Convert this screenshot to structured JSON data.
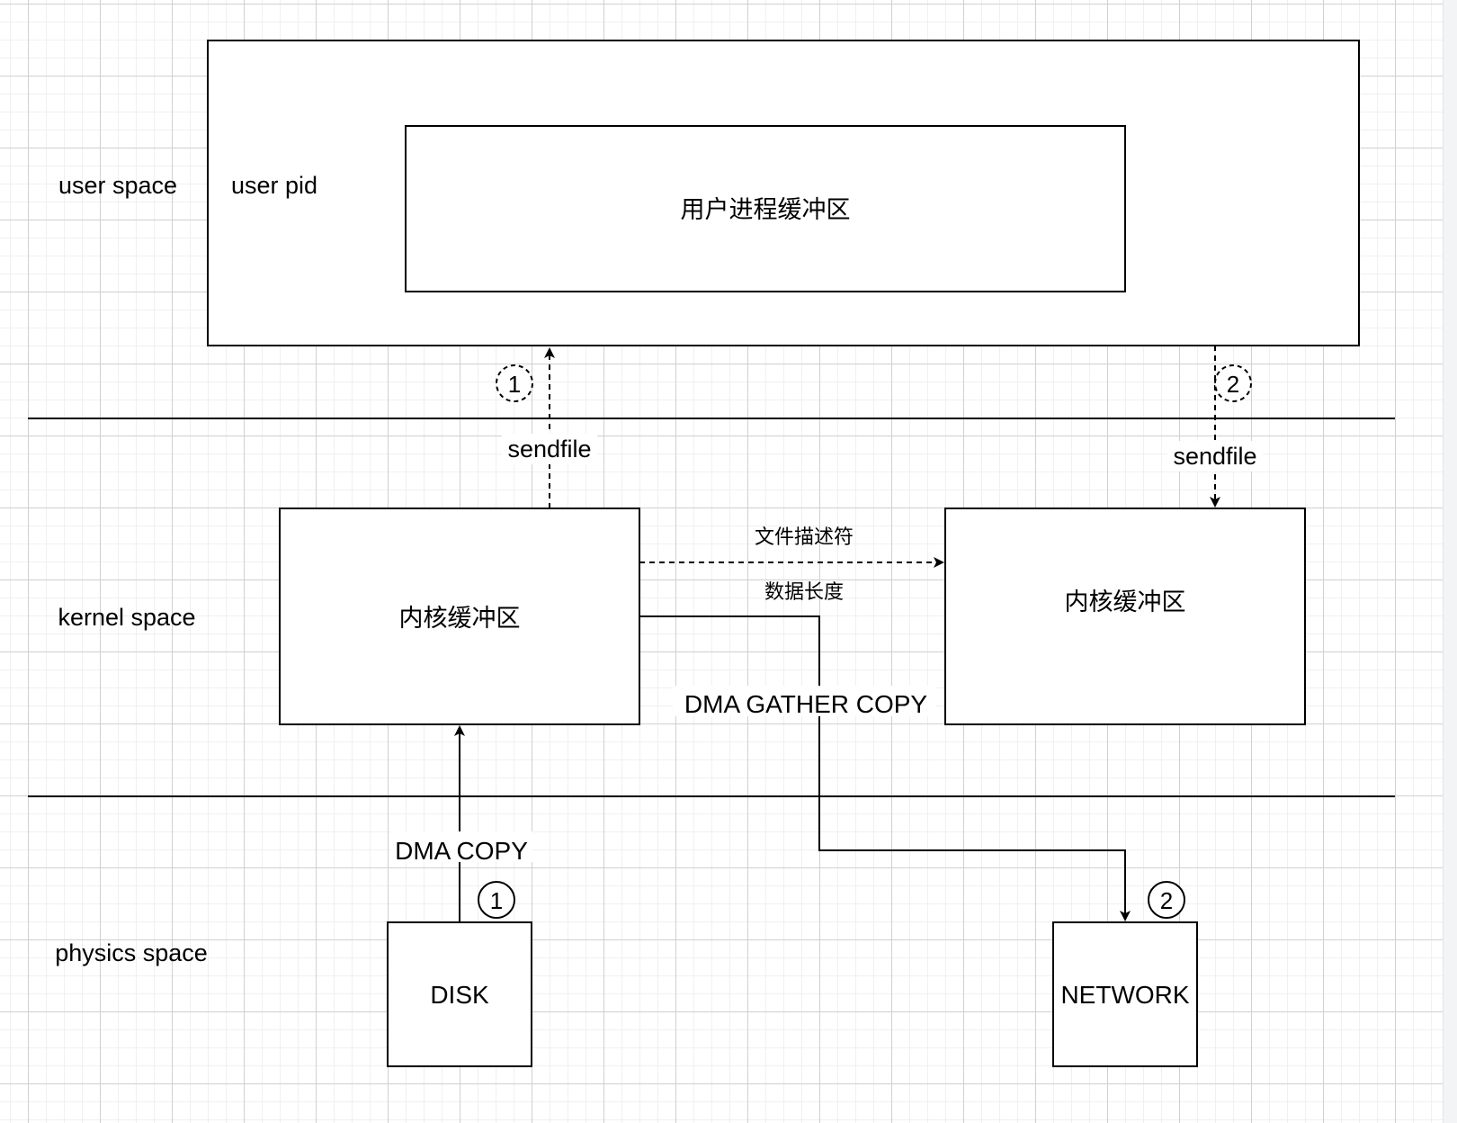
{
  "diagram": {
    "title": "sendfile zero-copy with DMA gather",
    "layers": {
      "user": "user space",
      "kernel": "kernel space",
      "physics": "physics space"
    },
    "user_process": {
      "label": "user pid",
      "buffer_label": "用户进程缓冲区"
    },
    "kernel_buffer_source": "内核缓冲区",
    "kernel_buffer_target": "内核缓冲区",
    "devices": {
      "disk": "DISK",
      "network": "NETWORK"
    },
    "edges": {
      "sendfile_1": "sendfile",
      "sendfile_2": "sendfile",
      "fd_label": "文件描述符",
      "length_label": "数据长度",
      "dma_gather_copy": "DMA GATHER COPY",
      "dma_copy": "DMA COPY"
    },
    "steps": {
      "step1_top": "1",
      "step2_top": "2",
      "step1_bottom": "1",
      "step2_bottom": "2"
    }
  }
}
